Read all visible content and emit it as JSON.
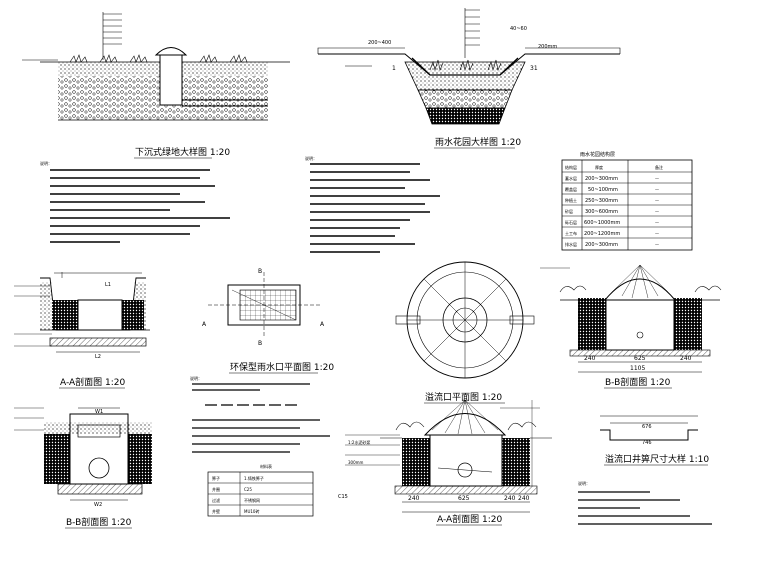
{
  "titles": {
    "sunken_green": "下沉式绿地大样图 1:20",
    "rain_garden": "雨水花园大样图 1:20",
    "inlet_plan": "环保型雨水口平面图 1:20",
    "aa_left": "A-A剖面图 1:20",
    "bb_left": "B-B剖面图 1:20",
    "overflow_plan": "溢流口平面图 1:20",
    "aa_mid": "A-A剖面图 1:20",
    "bb_right": "B-B剖面图 1:20",
    "overflow_detail": "溢流口井箅尺寸大样 1:10"
  },
  "labels": {
    "rg_left_dim": "200~400",
    "rg_top_dim": "40~60",
    "rg_right_dim": "200mm",
    "rg_left_mark": "1",
    "rg_right_mark": "31",
    "section_a": "A",
    "section_b": "B",
    "l1": "L1",
    "l2": "L2",
    "w1": "W1",
    "w2": "W2",
    "lv": "L1",
    "c15": "C15",
    "cover_note": "1:2水泥砂浆",
    "base_note": "300mm",
    "dim_240": "240",
    "dim_625": "625",
    "dim_1105": "1105",
    "dim_676": "676",
    "dim_746": "746"
  },
  "notes": {
    "rain_garden_heading": "说明：",
    "rain_garden_items": [
      "1. 雨水花园溢流口、溢流管、排水管与市政管网连接",
      "2. 种植土层厚度250mm，砂层厚度100mm",
      "3. 砾石层厚度300mm，粒径20~40mm",
      "4. 透水土工布包裹，搭接宽度不小于200mm",
      "5. 蓄水层深度200~300mm",
      "6. 排水管采用PVC,PPR穿孔管",
      "7. 边坡坡度1:3"
    ],
    "sunken_heading": "说明：",
    "inlet_heading": "说明：",
    "overflow_heading": "说明："
  },
  "table_right": {
    "title": "雨水花园结构层",
    "headers": [
      "结构层",
      "厚度",
      "备注"
    ],
    "rows": [
      [
        "蓄水层",
        "200~300mm",
        "—"
      ],
      [
        "覆盖层",
        "50~100mm",
        "—"
      ],
      [
        "种植土",
        "250~300mm",
        "—"
      ],
      [
        "砂层",
        "300~600mm",
        "—"
      ],
      [
        "砾石层",
        "600~1000mm",
        "—"
      ],
      [
        "土工布",
        "200~1200mm",
        "—"
      ],
      [
        "排水层",
        "200~300mm",
        "—"
      ]
    ]
  },
  "table_left": {
    "title": "材料表",
    "rows": [
      [
        "箅子",
        "1.铸铁箅子"
      ],
      [
        "井圈",
        "C25"
      ],
      [
        "过滤",
        "不锈钢网"
      ],
      [
        "井壁",
        "MU10砖"
      ]
    ]
  }
}
